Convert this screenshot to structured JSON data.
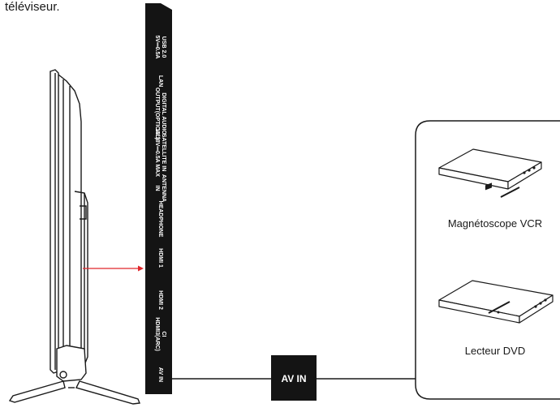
{
  "intro_text": "téléviseur.",
  "ports": [
    "USB 2.0",
    "5V⎓0.5A",
    "LAN",
    "DIGITAL AUDIO",
    "OUTPUT(OPTICAL)",
    "SATELLITE IN",
    "13/18V⎓0.5A MAX",
    "ANTENNA",
    "IN",
    "HEADPHONE",
    "HDMI 1",
    "HDMI 2",
    "CI",
    "HDMI3(ARC)",
    "AV IN"
  ],
  "connector_label": "AV IN",
  "devices": [
    {
      "label": "Magnétoscope VCR",
      "icon": "vcr-icon"
    },
    {
      "label": "Lecteur  DVD",
      "icon": "dvd-player-icon"
    }
  ],
  "colors": {
    "panel": "#141414",
    "arrow": "#e0262b",
    "line": "#1a1a1a"
  }
}
